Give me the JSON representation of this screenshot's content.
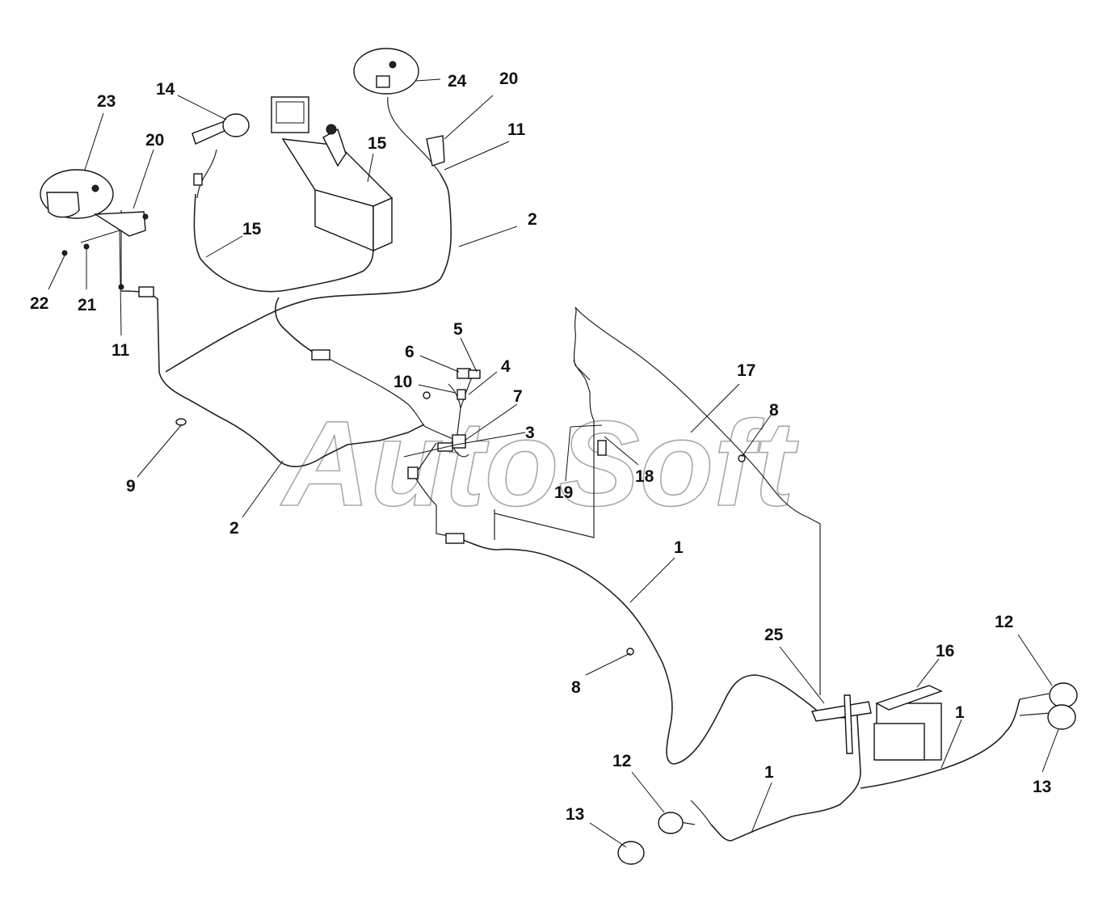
{
  "watermark": "AutoSoft",
  "callouts": [
    {
      "id": "c23",
      "text": "23"
    },
    {
      "id": "c20a",
      "text": "20"
    },
    {
      "id": "c22",
      "text": "22"
    },
    {
      "id": "c21",
      "text": "21"
    },
    {
      "id": "c11a",
      "text": "11"
    },
    {
      "id": "c14",
      "text": "14"
    },
    {
      "id": "c15a",
      "text": "15"
    },
    {
      "id": "c15b",
      "text": "15"
    },
    {
      "id": "c24",
      "text": "24"
    },
    {
      "id": "c20b",
      "text": "20"
    },
    {
      "id": "c11b",
      "text": "11"
    },
    {
      "id": "c2a",
      "text": "2"
    },
    {
      "id": "c5",
      "text": "5"
    },
    {
      "id": "c6",
      "text": "6"
    },
    {
      "id": "c4",
      "text": "4"
    },
    {
      "id": "c10",
      "text": "10"
    },
    {
      "id": "c7",
      "text": "7"
    },
    {
      "id": "c3",
      "text": "3"
    },
    {
      "id": "c9",
      "text": "9"
    },
    {
      "id": "c2b",
      "text": "2"
    },
    {
      "id": "c17",
      "text": "17"
    },
    {
      "id": "c8a",
      "text": "8"
    },
    {
      "id": "c18",
      "text": "18"
    },
    {
      "id": "c19",
      "text": "19"
    },
    {
      "id": "c1a",
      "text": "1"
    },
    {
      "id": "c8b",
      "text": "8"
    },
    {
      "id": "c25",
      "text": "25"
    },
    {
      "id": "c16",
      "text": "16"
    },
    {
      "id": "c12a",
      "text": "12"
    },
    {
      "id": "c1b",
      "text": "1"
    },
    {
      "id": "c13a",
      "text": "13"
    },
    {
      "id": "c12b",
      "text": "12"
    },
    {
      "id": "c1c",
      "text": "1"
    },
    {
      "id": "c13b",
      "text": "13"
    }
  ]
}
